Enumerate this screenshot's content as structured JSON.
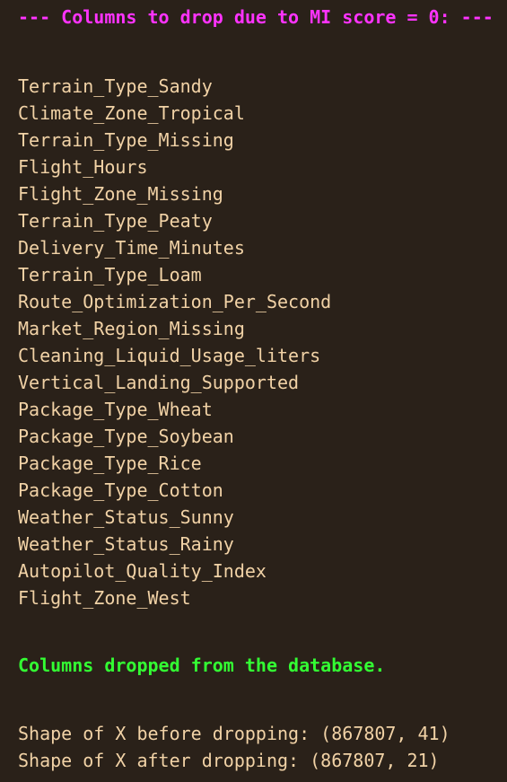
{
  "terminal": {
    "header": "--- Columns to drop due to MI score = 0: ---",
    "columns": [
      "Terrain_Type_Sandy",
      "Climate_Zone_Tropical",
      "Terrain_Type_Missing",
      "Flight_Hours",
      "Flight_Zone_Missing",
      "Terrain_Type_Peaty",
      "Delivery_Time_Minutes",
      "Terrain_Type_Loam",
      "Route_Optimization_Per_Second",
      "Market_Region_Missing",
      "Cleaning_Liquid_Usage_liters",
      "Vertical_Landing_Supported",
      "Package_Type_Wheat",
      "Package_Type_Soybean",
      "Package_Type_Rice",
      "Package_Type_Cotton",
      "Weather_Status_Sunny",
      "Weather_Status_Rainy",
      "Autopilot_Quality_Index",
      "Flight_Zone_West"
    ],
    "dropped_message": "Columns dropped from the database.",
    "shape_before": "Shape of X before dropping: (867807, 41)",
    "shape_after": "Shape of X after dropping: (867807, 21)"
  },
  "colors": {
    "background": "#2a2119",
    "header": "#ff33ff",
    "text": "#f1d2a6",
    "success": "#33ff33"
  }
}
